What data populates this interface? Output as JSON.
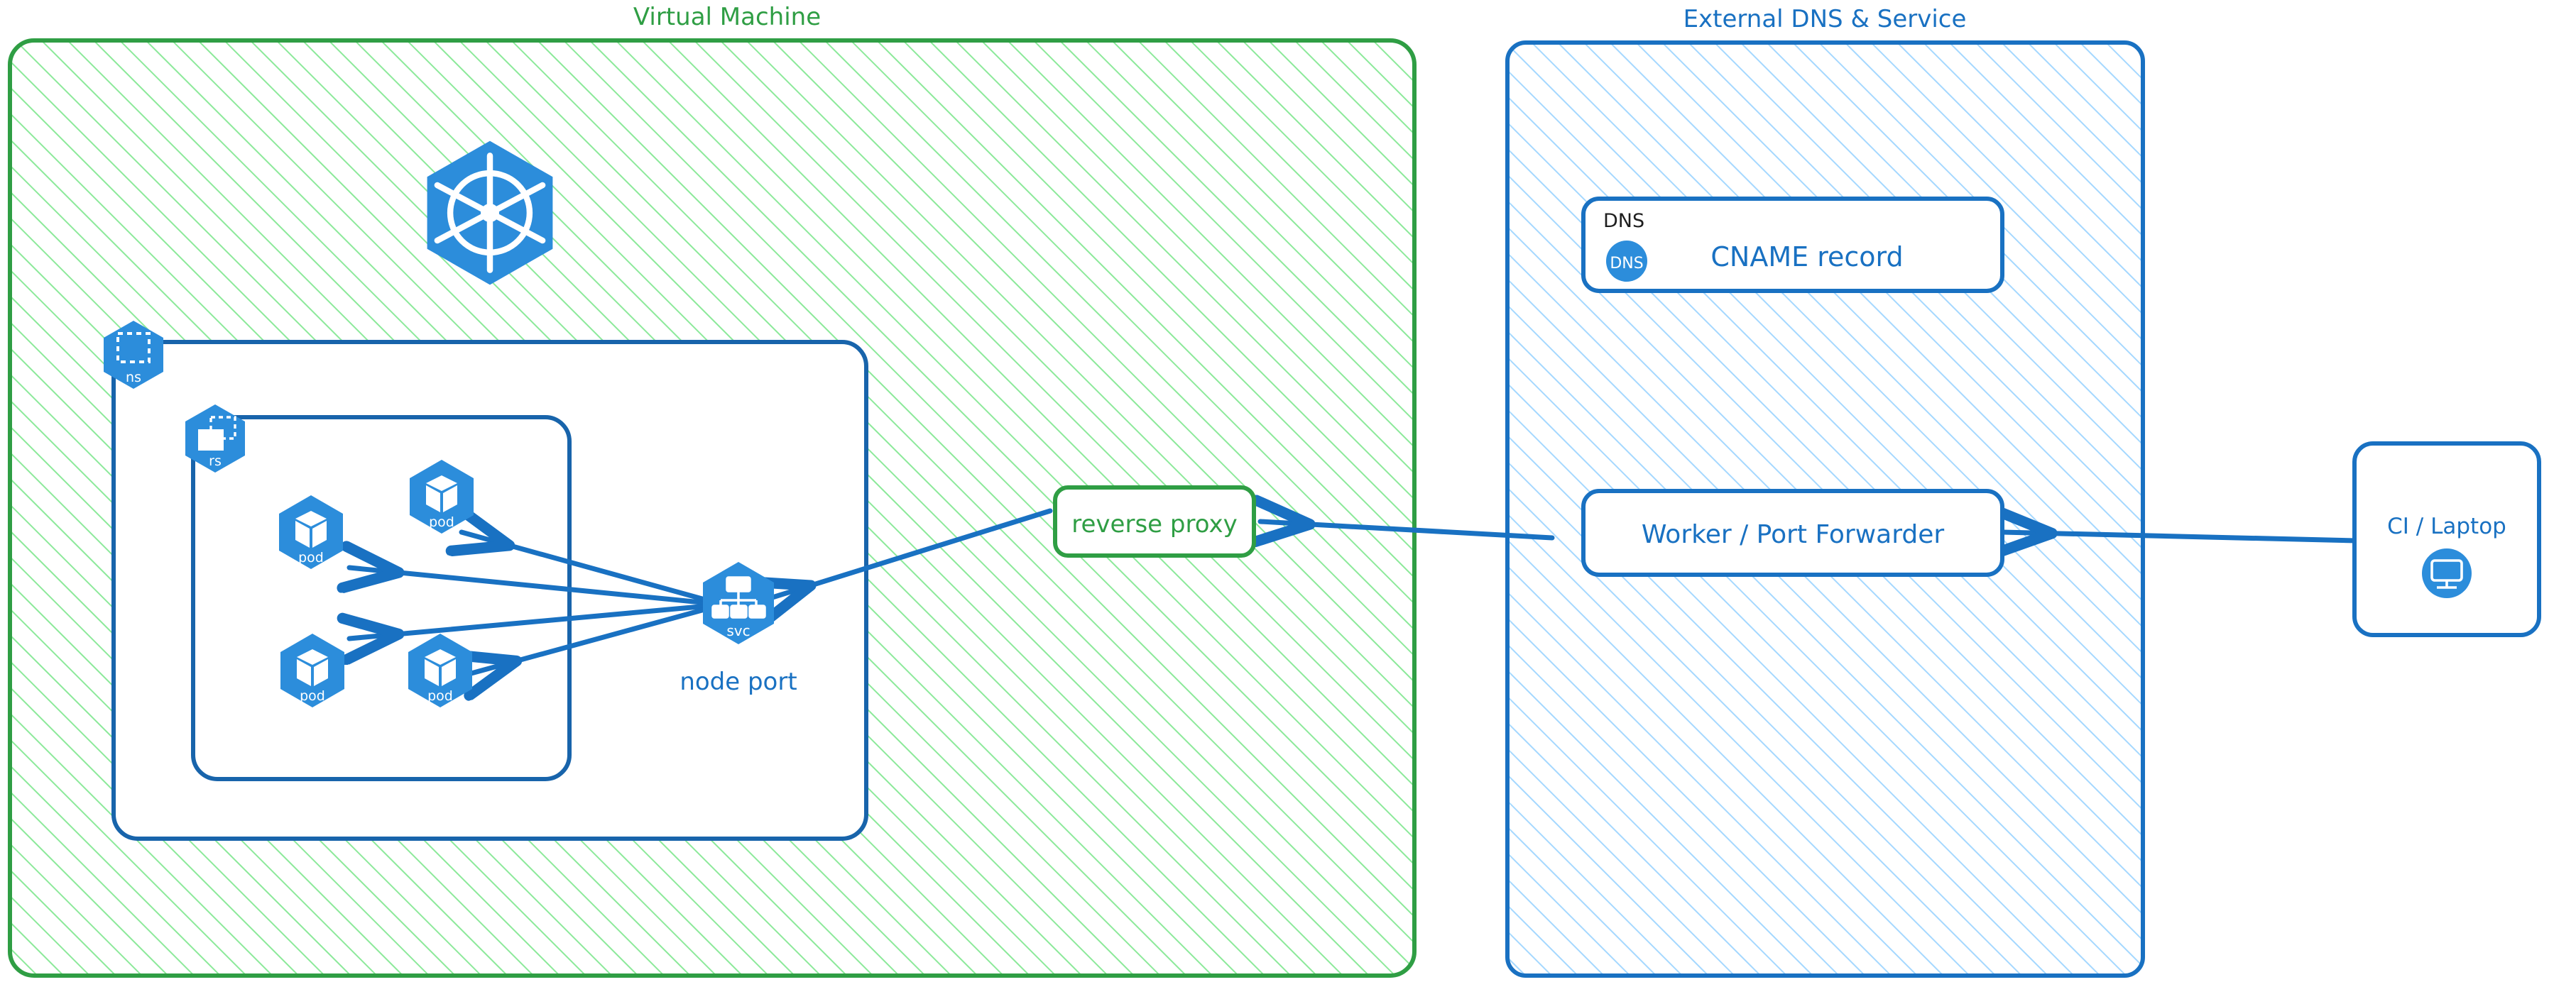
{
  "diagram": {
    "title_left": "Virtual Machine",
    "title_right": "External DNS & Service",
    "colors": {
      "green": "#2f9e44",
      "green_hatch": "#8ce99a",
      "blue": "#1971c2",
      "blue_hatch": "#a5d8ff",
      "k8s_blue": "#2c8ddb",
      "black": "#1e1e1e",
      "white": "#ffffff"
    }
  },
  "vm": {
    "label": "Virtual Machine",
    "namespace_icon": {
      "label": "ns",
      "icon": "namespace-icon"
    },
    "replicaset_icon": {
      "label": "rs",
      "icon": "replicaset-icon"
    },
    "kubernetes_logo": {
      "label": "kubernetes",
      "icon": "kubernetes-logo"
    },
    "pods": [
      {
        "label": "pod",
        "icon": "pod-icon"
      },
      {
        "label": "pod",
        "icon": "pod-icon"
      },
      {
        "label": "pod",
        "icon": "pod-icon"
      },
      {
        "label": "pod",
        "icon": "pod-icon"
      }
    ],
    "service": {
      "label": "svc",
      "icon": "service-icon",
      "caption": "node port"
    },
    "reverse_proxy": {
      "label": "reverse proxy"
    }
  },
  "external": {
    "label": "External DNS & Service",
    "dns_box": {
      "corner_label": "DNS",
      "icon_label": "DNS",
      "icon": "dns-icon",
      "text": "CNAME record"
    },
    "worker_box": {
      "label": "Worker / Port Forwarder"
    }
  },
  "client": {
    "box": {
      "label": "CI / Laptop",
      "icon": "monitor-icon"
    }
  },
  "connections": [
    {
      "from": "svc",
      "to": "pod-1",
      "direction": "left"
    },
    {
      "from": "svc",
      "to": "pod-2",
      "direction": "left"
    },
    {
      "from": "svc",
      "to": "pod-3",
      "direction": "left"
    },
    {
      "from": "svc",
      "to": "pod-4",
      "direction": "left"
    },
    {
      "from": "reverse-proxy",
      "to": "svc",
      "direction": "left"
    },
    {
      "from": "worker-port-forwarder",
      "to": "reverse-proxy",
      "direction": "left"
    },
    {
      "from": "ci-laptop",
      "to": "worker-port-forwarder",
      "direction": "left"
    }
  ]
}
